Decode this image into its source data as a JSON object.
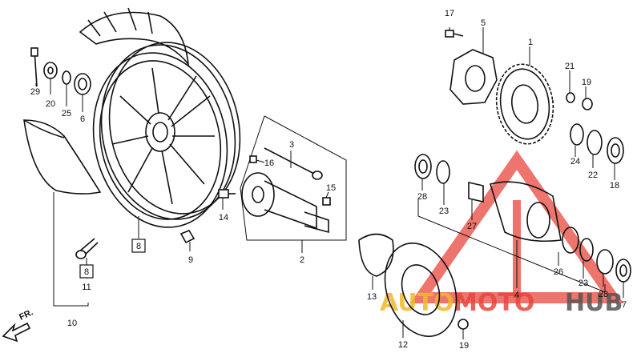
{
  "labels": {
    "p1": "1",
    "p2": "2",
    "p3": "3",
    "p4": "4",
    "p5": "5",
    "p6": "6",
    "p7": "7",
    "p8": "8",
    "p9": "9",
    "p10": "10",
    "p11": "11",
    "p12": "12",
    "p13": "13",
    "p14": "14",
    "p15": "15",
    "p16": "16",
    "p17": "17",
    "p18": "18",
    "p19a": "19",
    "p19b": "19",
    "p20": "20",
    "p21": "21",
    "p22": "22",
    "p23a": "23",
    "p23b": "23",
    "p24": "24",
    "p25": "25",
    "p26": "26",
    "p27": "27",
    "p28a": "28",
    "p28b": "28",
    "p29": "29"
  },
  "boxed_labels": {
    "b8a": "8",
    "b8b": "8"
  },
  "direction": {
    "fr": "FR."
  },
  "watermark": {
    "auto": "AUTO",
    "moto": "MOTO",
    "hub": "HUB"
  },
  "colors": {
    "watermark_red": "#e8463d",
    "watermark_yellow": "#f2b82e",
    "watermark_gray": "#555555"
  }
}
